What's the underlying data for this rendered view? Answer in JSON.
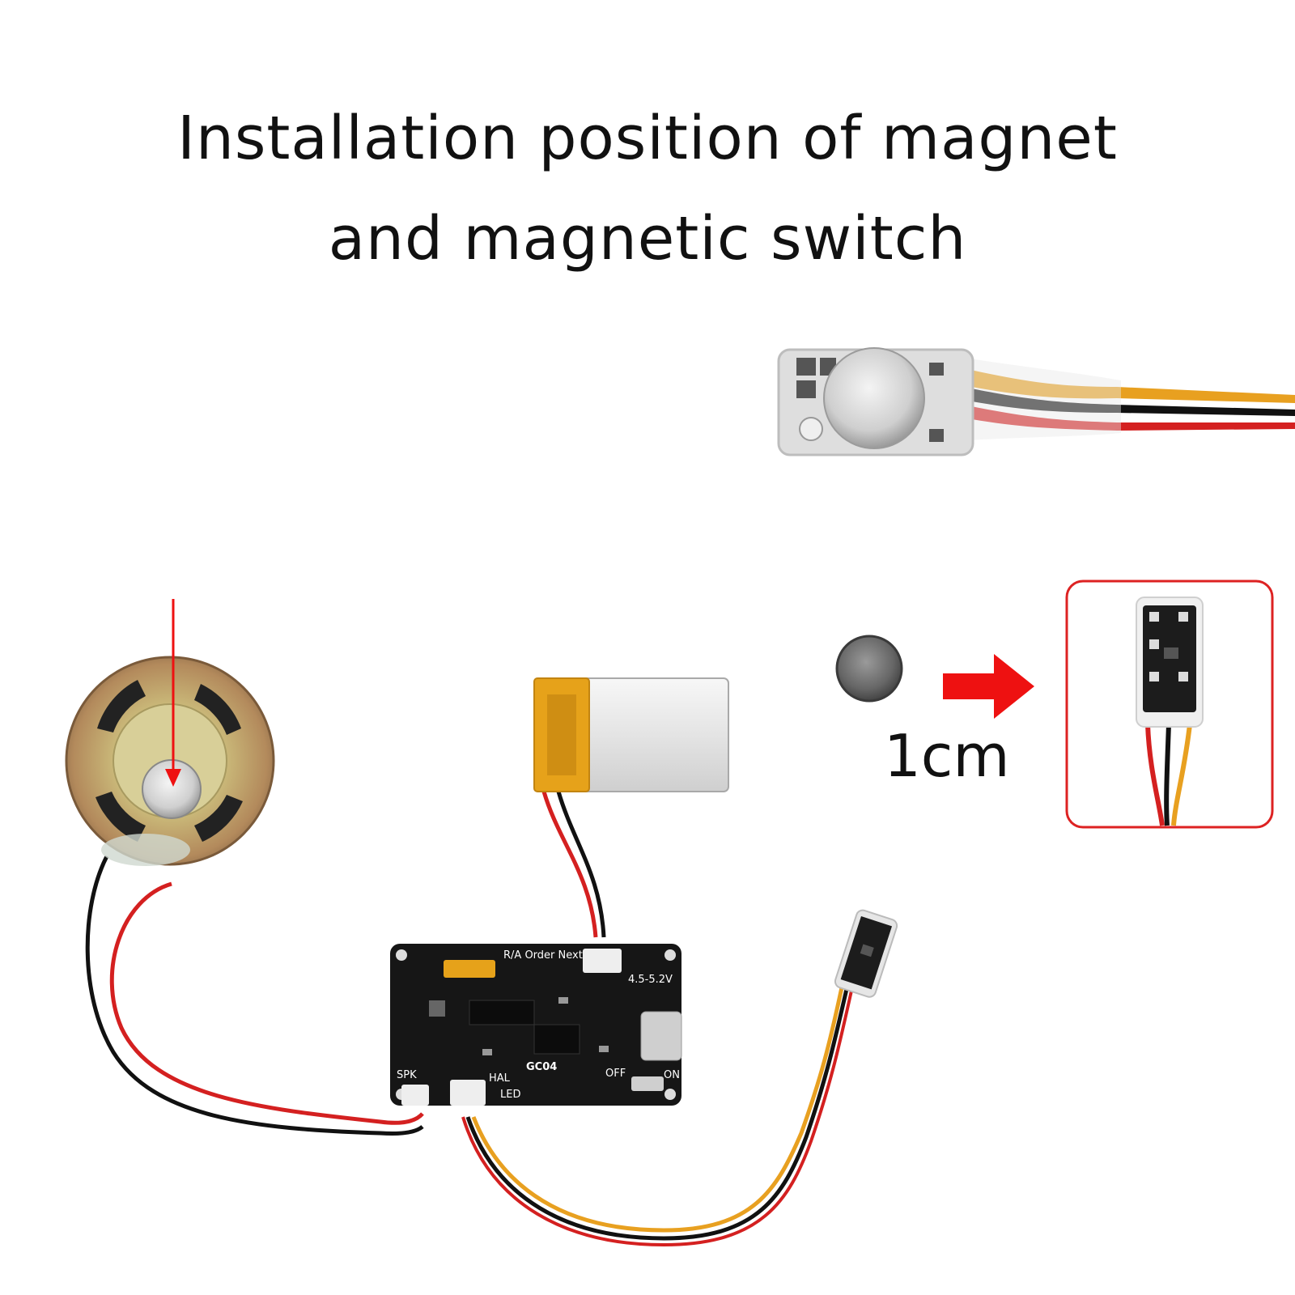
{
  "title_line1": "Installation position of magnet",
  "title_line2": "and magnetic switch",
  "distance_label": "1cm",
  "board": {
    "model": "GC04",
    "buttons_label": "R/A Order Next",
    "voltage_label": "4.5-5.2V",
    "spk_label": "SPK",
    "hal_label": "HAL",
    "led_label": "LED",
    "off_label": "OFF",
    "on_label": "ON"
  },
  "colors": {
    "arrow_red": "#ee1111",
    "highlight_box": "#dd2222",
    "board_black": "#161616",
    "wire_red": "#d42020",
    "wire_black": "#111111",
    "wire_yellow": "#e8a020"
  }
}
